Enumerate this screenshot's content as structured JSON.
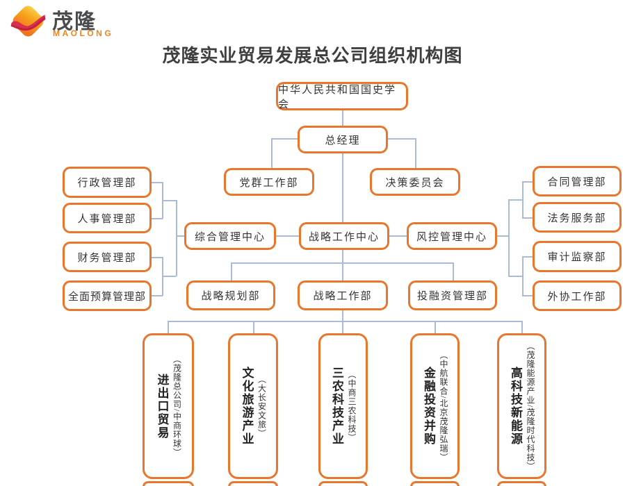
{
  "title": "茂隆实业贸易发展总公司组织机构图",
  "logo": {
    "brand": "茂隆",
    "latin": "MAOLONG"
  },
  "colors": {
    "box_border": "#E9762B",
    "connector": "#A9BBD9",
    "text": "#3A3A3A",
    "logo_orange": "#F08519",
    "logo_ribbon": "#C81F3E",
    "logo_gradient_top": "#FFD34D",
    "logo_gradient_bottom": "#EE7420"
  },
  "nodes": {
    "root": "中华人民共和国国史学会",
    "general_manager": "总经理",
    "party_group": "党群工作部",
    "decision_committee": "决策委员会",
    "admin": "行政管理部",
    "hr": "人事管理部",
    "finance": "财务管理部",
    "budget": "全面预算管理部",
    "general_mgmt_center": "综合管理中心",
    "strategy_center": "战略工作中心",
    "risk_center": "风控管理中心",
    "contract": "合同管理部",
    "legal": "法务服务部",
    "audit": "审计监察部",
    "external": "外协工作部",
    "strategy_planning": "战略规划部",
    "strategy_work": "战略工作部",
    "investment": "投融资管理部"
  },
  "divisions": [
    {
      "title": "进出口贸易",
      "subtitle": "（茂隆总公司/中商环球）"
    },
    {
      "title": "文化旅游产业",
      "subtitle": "（大长安文旅）"
    },
    {
      "title": "三农科技产业",
      "subtitle": "（中商三农科技）"
    },
    {
      "title": "金融投资并购",
      "subtitle": "（中航联合/北京茂隆弘瑞）"
    },
    {
      "title": "高科技新能源",
      "subtitle": "（茂隆能源产业/茂隆时代科技）"
    }
  ]
}
